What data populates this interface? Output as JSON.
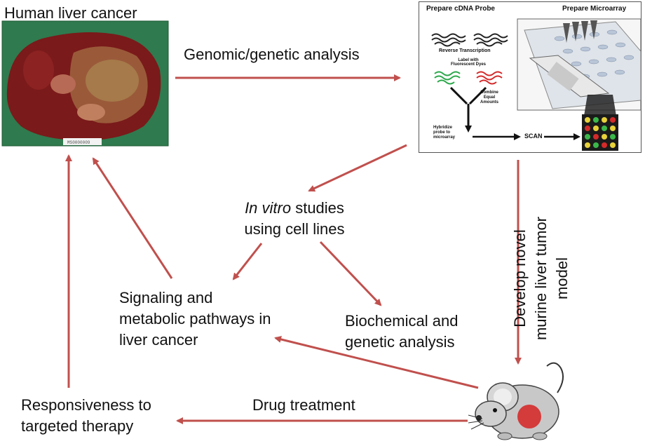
{
  "title_liver": "Human liver cancer",
  "edges": {
    "genomic": "Genomic/genetic analysis",
    "drug": "Drug treatment"
  },
  "nodes": {
    "in_vitro_italic": "In vitro",
    "in_vitro_rest": " studies",
    "in_vitro_line2": "using cell lines",
    "signaling": [
      "Signaling and",
      "metabolic pathways in",
      "liver cancer"
    ],
    "biochem": [
      "Biochemical and",
      "genetic analysis"
    ],
    "responsiveness": [
      "Responsiveness to",
      "targeted therapy"
    ],
    "murine": [
      "Develop novel",
      "murine liver tumor",
      "model"
    ]
  },
  "microarray": {
    "probe_title": "Prepare cDNA Probe",
    "array_title": "Prepare Microarray",
    "rt": "Reverse Transcription",
    "label": [
      "Label with",
      "Fluorescent Dyes"
    ],
    "combine": [
      "Combine",
      "Equal",
      "Amounts"
    ],
    "hybridize": [
      "Hybridize",
      "probe to",
      "microarray"
    ],
    "scan": "SCAN"
  },
  "specimen_tag": "MS0000009",
  "colors": {
    "arrow": "#c0504d",
    "text": "#111111",
    "tissue": "#7a1a1a",
    "background_green": "#2f7a4e"
  }
}
